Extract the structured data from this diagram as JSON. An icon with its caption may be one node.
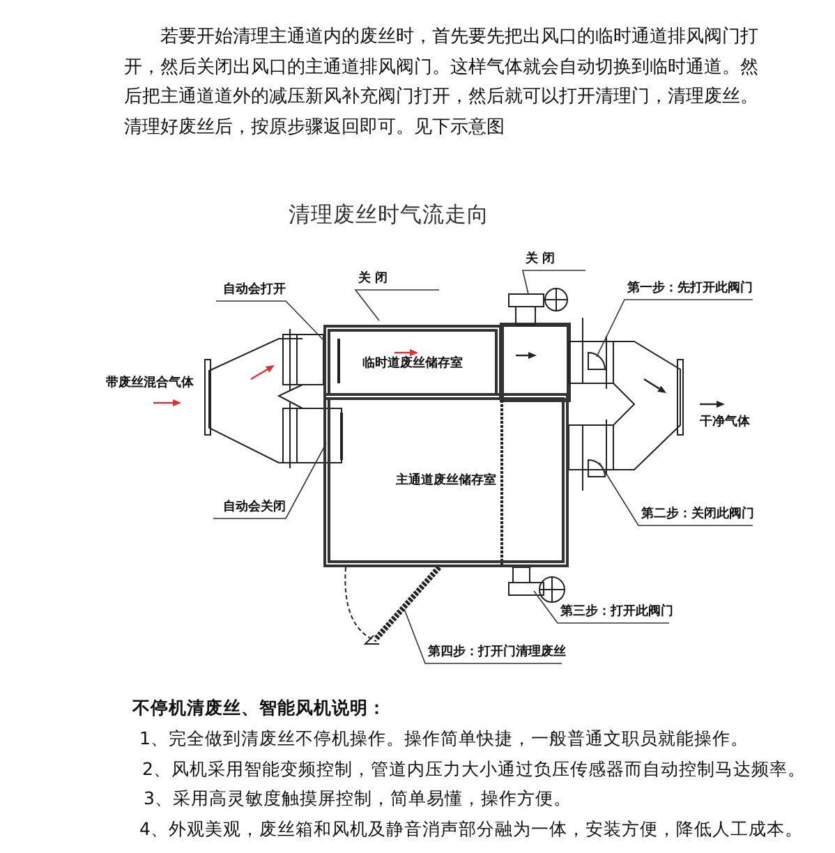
{
  "diagram": {
    "title": "清理废丝时气流走向",
    "nodes": [
      {
        "text": [
          "临时道废丝储存室"
        ]
      },
      {
        "text": [
          "主通道废丝储存室"
        ]
      },
      {
        "text": [
          "自动会打开"
        ]
      },
      {
        "text": [
          "关 闭"
        ]
      },
      {
        "text": [
          "关 闭"
        ]
      },
      {
        "text": [
          "第一步：先打开此阀门"
        ]
      },
      {
        "text": [
          "自动会关闭"
        ]
      },
      {
        "text": [
          "第二步：关闭此阀门"
        ]
      },
      {
        "text": [
          "第三步：打开此阀门"
        ]
      },
      {
        "text": [
          "第四步：打开门清理废丝"
        ]
      }
    ],
    "edges": [
      {
        "from": 2,
        "to": 0,
        "arrow": "none"
      },
      {
        "from": 3,
        "to": null,
        "arrow": "none"
      },
      {
        "from": 4,
        "to": null,
        "arrow": "none"
      },
      {
        "from": 5,
        "to": null,
        "arrow": "none"
      },
      {
        "from": 6,
        "to": 1,
        "arrow": "none"
      },
      {
        "from": 7,
        "to": null,
        "arrow": "none"
      },
      {
        "from": 8,
        "to": null,
        "arrow": "none"
      },
      {
        "from": 9,
        "to": null,
        "arrow": "none"
      }
    ],
    "labels": [
      "若要开始清理主通道内的废丝时，首先要先把出风口的临时通道排风阀门打开，然后关闭出风口的主通道排风阀门。这样气体就会自动切换到临时通道。然后把主通道道外的减压新风补充阀门打开，然后就可以打开清理门，清理废丝。清理好废丝后，按原步骤返回即可。见下示意图",
      "带废丝混合气体",
      "干净气体",
      "不停机清废丝、智能风机说明：",
      "1、完全做到清废丝不停机操作。操作简单快捷，一般普通文职员就能操作。",
      "2、风机采用智能变频控制，管道内压力大小通过负压传感器而自动控制马达频率。",
      "3、采用高灵敏度触摸屏控制，简单易懂，操作方便。",
      "4、外观美观，废丝箱和风机及静音消声部分融为一体，安装方便，降低人工成本。"
    ]
  }
}
